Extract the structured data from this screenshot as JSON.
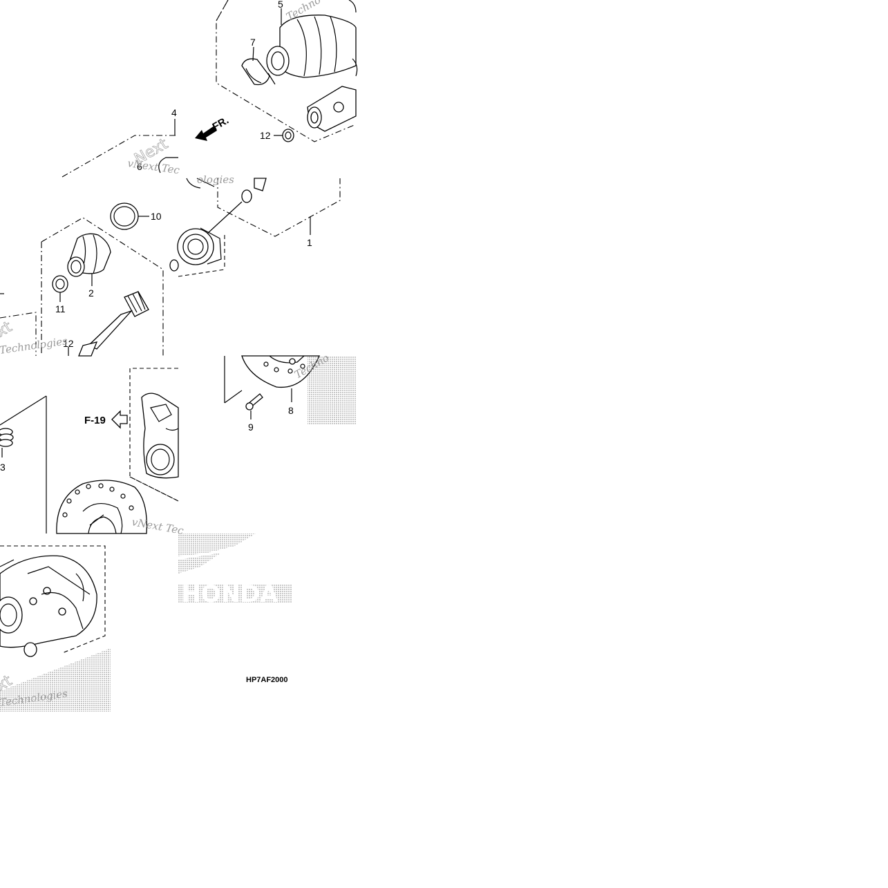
{
  "diagram": {
    "callouts": {
      "c1": "1",
      "c2": "2",
      "c3": "3",
      "c4": "4",
      "c5": "5",
      "c6": "6",
      "c7": "7",
      "c8": "8",
      "c9": "9",
      "c10": "10",
      "c11": "11",
      "c12a": "12",
      "c12b": "12"
    },
    "direction_label": "FR.",
    "reference_label": "F-19",
    "drawing_code": "HP7AF2000"
  },
  "watermarks": {
    "brand": "HONDA",
    "vnext_a": "vNext Tec",
    "vnext_b": "vNext Tec",
    "tech_a": "Technologies",
    "tech_b": "Technologies",
    "tech_c": "ologies",
    "tech_d": "Techno",
    "tech_e": "Techno",
    "next_a": "Next",
    "next_b": "xt"
  },
  "colors": {
    "line": "#000000",
    "watermark": "#9a9a9a",
    "background": "#ffffff"
  }
}
